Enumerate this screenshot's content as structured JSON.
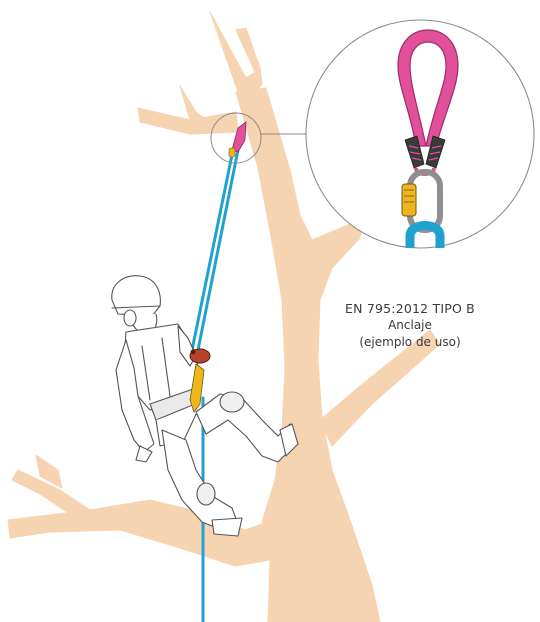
{
  "caption": {
    "standard": "EN 795:2012 TIPO B",
    "name": "Anclaje",
    "note": "(ejemplo de uso)"
  },
  "colors": {
    "tree": "#f7d4b1",
    "rope": "#1fa2cf",
    "sling": "#e2509a",
    "carabiner_gate": "#f1b51c",
    "carabiner_body": "#8f8f8f",
    "outline": "#555555"
  },
  "icons": [
    "tree-illustration",
    "climber-figure",
    "anchor-sling-icon",
    "carabiner-icon",
    "rope-icon",
    "magnifier-circle"
  ]
}
